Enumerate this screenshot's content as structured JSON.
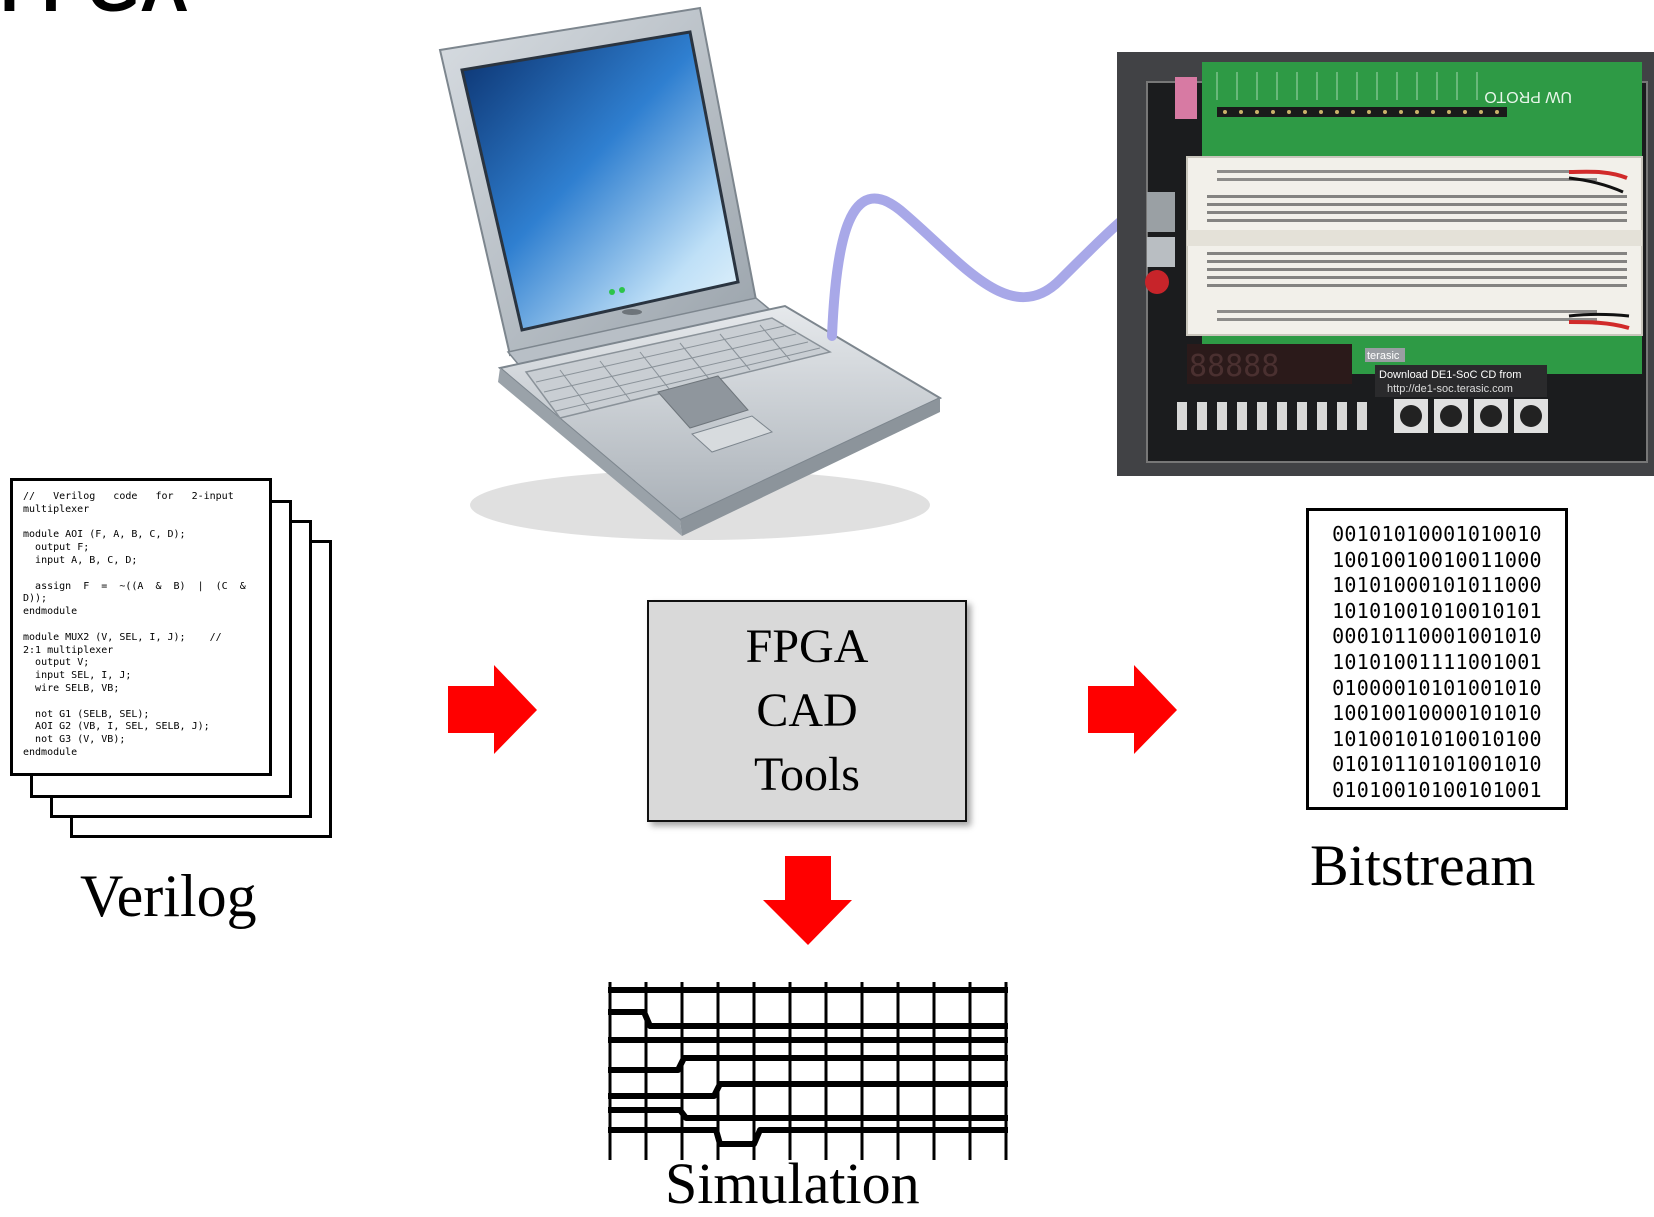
{
  "title": "FPGA",
  "verilog": {
    "label": "Verilog",
    "code": "//   Verilog   code   for   2-input\nmultiplexer\n\nmodule AOI (F, A, B, C, D);\n  output F;\n  input A, B, C, D;\n\n  assign  F  =  ~((A  &  B)  |  (C  &\nD));\nendmodule\n\nmodule MUX2 (V, SEL, I, J);    //\n2:1 multiplexer\n  output V;\n  input SEL, I, J;\n  wire SELB, VB;\n\n  not G1 (SELB, SEL);\n  AOI G2 (VB, I, SEL, SELB, J);\n  not G3 (V, VB);\nendmodule"
  },
  "cad": {
    "line1": "FPGA",
    "line2": "CAD",
    "line3": "Tools"
  },
  "bitstream": {
    "label": "Bitstream",
    "rows": [
      "00101010001010010",
      "10010010010011000",
      "10101000101011000",
      "10101001010010101",
      "00010110001001010",
      "10101001111001001",
      "01000010101001010",
      "10010010000101010",
      "10100101010010100",
      "01010110101001010",
      "01010010100101001"
    ]
  },
  "simulation": {
    "label": "Simulation"
  },
  "board": {
    "brand_text": "terasic",
    "download_text": "Download DE1-SoC CD from",
    "url_text": "http://de1-soc.terasic.com",
    "proto_text": "UW PROTO"
  },
  "colors": {
    "arrow": "#ff0000",
    "cable": "#a8a8e8",
    "cad_box": "#d9d9d9",
    "pcb": "#2e9a45"
  }
}
